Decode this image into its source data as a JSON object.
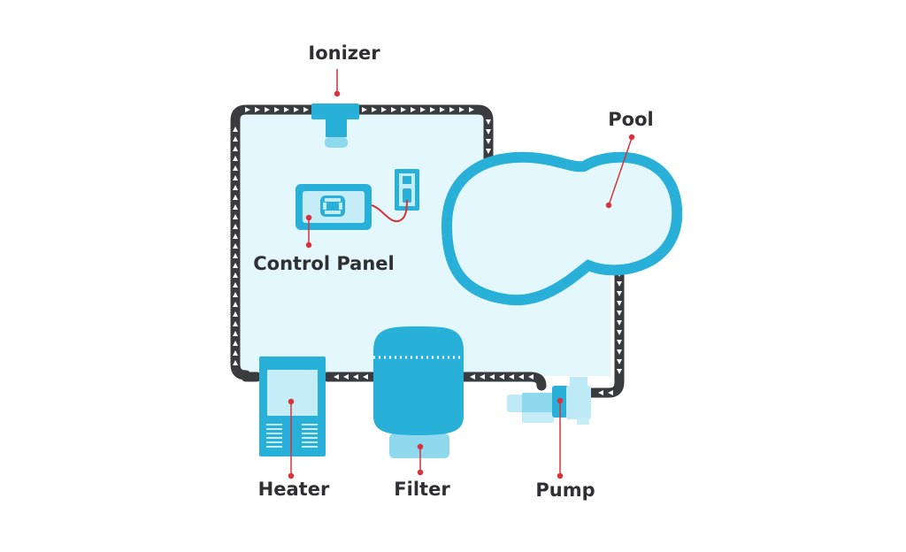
{
  "labels": {
    "ionizer": "Ionizer",
    "pool": "Pool",
    "control_panel": "Control Panel",
    "heater": "Heater",
    "filter": "Filter",
    "pump": "Pump"
  },
  "colors": {
    "water_fill": "#e4f7fc",
    "equipment_blue": "#29b0d8",
    "equipment_light": "#c5edf8",
    "pipe": "#3a3b3e",
    "arrow": "#ffffff",
    "pointer": "#d8323c",
    "label_text": "#2f3033"
  }
}
